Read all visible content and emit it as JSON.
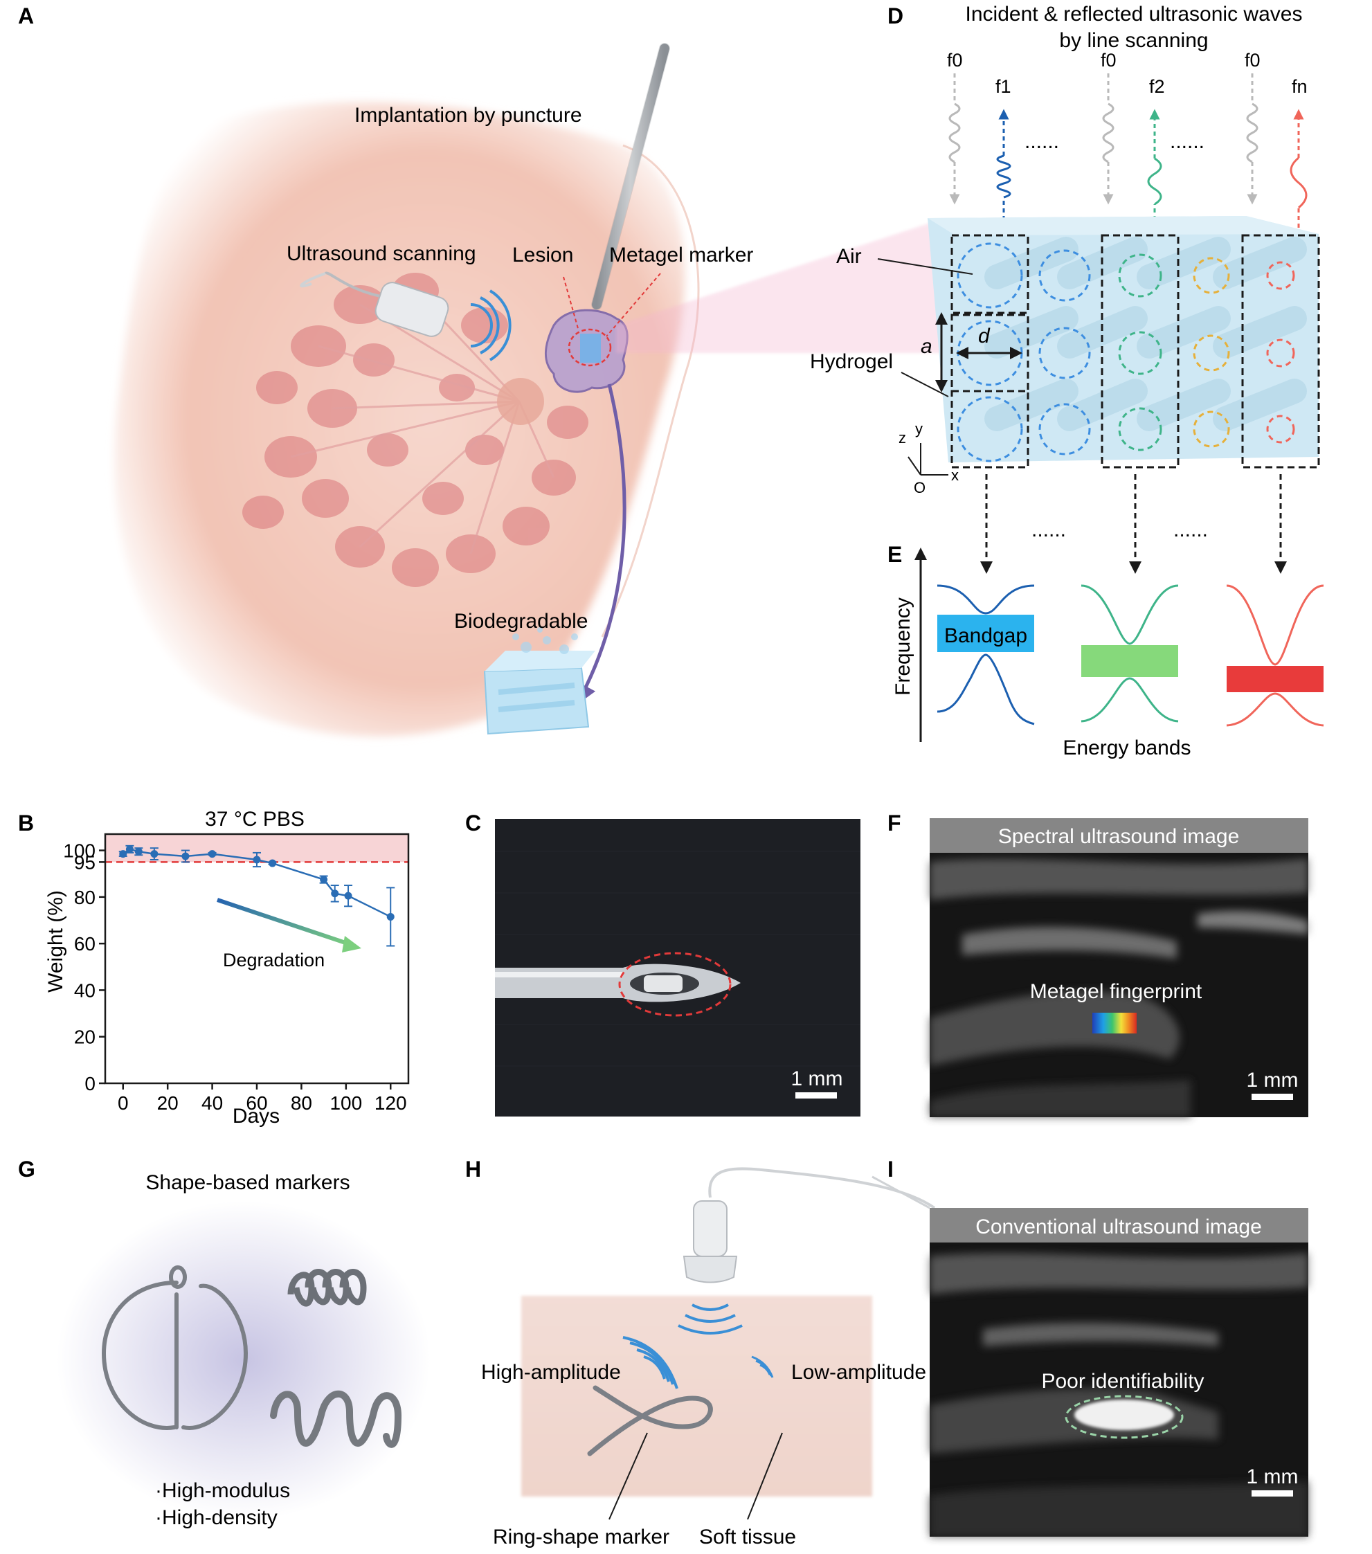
{
  "panels": {
    "A": {
      "letter": "A",
      "implant": "Implantation by puncture",
      "us_scan": "Ultrasound scanning",
      "lesion": "Lesion",
      "marker": "Metagel marker",
      "biodeg": "Biodegradable"
    },
    "B": {
      "letter": "B",
      "title": "37 °C PBS",
      "ylabel": "Weight (%)",
      "xlabel": "Days",
      "annotation": "Degradation"
    },
    "C": {
      "letter": "C",
      "scale": "1 mm"
    },
    "D": {
      "letter": "D",
      "title_line1": "Incident & reflected ultrasonic waves",
      "title_line2": "by line scanning",
      "f0": "f0",
      "f0_b": "f0",
      "f0_c": "f0",
      "f1": "f1",
      "f2": "f2",
      "fn": "fn",
      "air": "Air",
      "hydrogel": "Hydrogel",
      "a": "a",
      "d": "d",
      "axis_z": "z",
      "axis_y": "y",
      "axis_x": "x",
      "axis_o": "O",
      "dots": "......"
    },
    "E": {
      "letter": "E",
      "ylabel": "Frequency",
      "bandgap": "Bandgap",
      "energy_bands": "Energy bands",
      "band_colors": [
        "#1b5fb0",
        "#3eb489",
        "#f0655a"
      ],
      "bandgap_colors": [
        "#2bb3ee",
        "#86d97b",
        "#e83b3b"
      ]
    },
    "F": {
      "letter": "F",
      "title": "Spectral ultrasound image",
      "fingerprint": "Metagel fingerprint",
      "scale": "1 mm"
    },
    "G": {
      "letter": "G",
      "title": "Shape-based markers",
      "bullet1": "·High-modulus",
      "bullet2": "·High-density"
    },
    "H": {
      "letter": "H",
      "high_amp": "High-amplitude",
      "low_amp": "Low-amplitude",
      "ring_marker": "Ring-shape marker",
      "soft_tissue": "Soft tissue"
    },
    "I": {
      "letter": "I",
      "title": "Conventional ultrasound image",
      "poor": "Poor identifiability",
      "scale": "1 mm"
    }
  },
  "chart_data": {
    "type": "line",
    "title": "37 °C PBS",
    "xlabel": "Days",
    "ylabel": "Weight (%)",
    "xlim": [
      -8,
      128
    ],
    "ylim": [
      0,
      107
    ],
    "xticks": [
      0,
      20,
      40,
      60,
      80,
      100,
      120
    ],
    "yticks": [
      0,
      20,
      40,
      60,
      80,
      95,
      100
    ],
    "threshold": 95,
    "series": [
      {
        "x": [
          0,
          3,
          7,
          14,
          28,
          40,
          60,
          67,
          90,
          95,
          101,
          120
        ],
        "y": [
          98.5,
          100.5,
          99.5,
          98.5,
          97.5,
          98.5,
          96,
          94.5,
          87.5,
          81.5,
          80.5,
          71.5
        ],
        "err": [
          1,
          1.5,
          1.5,
          2.5,
          2.5,
          0.5,
          3,
          0.5,
          1.5,
          3.5,
          4.5,
          12.5
        ],
        "color": "#2a6db5"
      }
    ]
  }
}
